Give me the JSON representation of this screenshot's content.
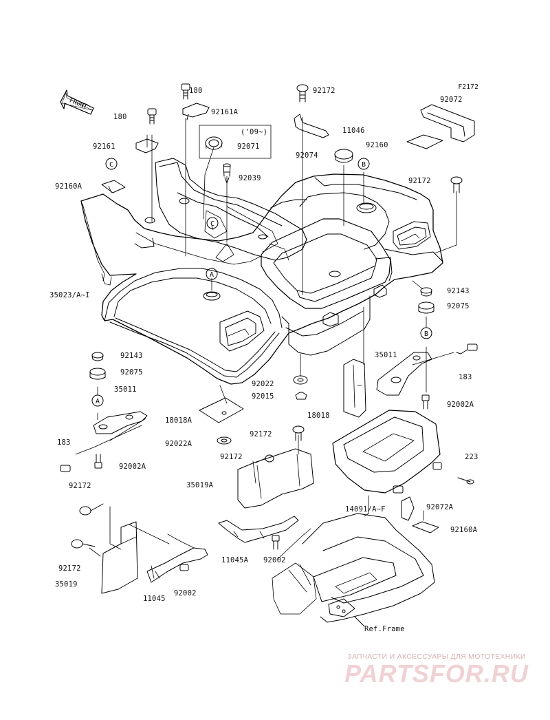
{
  "figure_id": "F2172",
  "front_label": "FRONT",
  "ref_markers": [
    "A",
    "B",
    "C"
  ],
  "callouts": {
    "p180_a": "180",
    "p180_b": "180",
    "p92172_top": "92172",
    "p92072": "92072",
    "p92161A": "92161A",
    "p11046": "11046",
    "p09": "('09~)",
    "p92161": "92161",
    "p92071": "92071",
    "p92074": "92074",
    "p92160_top": "92160",
    "p92160A_left": "92160A",
    "p92039": "92039",
    "p92172_right": "92172",
    "p35023": "35023/A~I",
    "p92143_right": "92143",
    "p92075_right": "92075",
    "p35011_right": "35011",
    "p183_right": "183",
    "p92143_left": "92143",
    "p92075_left": "92075",
    "p35011_left": "35011",
    "p92022": "92022",
    "p92015": "92015",
    "p18018": "18018",
    "p92002A_right": "92002A",
    "p18018A": "18018A",
    "p92172_mid": "92172",
    "p92022A": "92022A",
    "p183_left": "183",
    "p92002A_left": "92002A",
    "p92172_mid2": "92172",
    "p223": "223",
    "p35019A": "35019A",
    "p92172_left": "92172",
    "p14091": "14091/A~F",
    "p92072A": "92072A",
    "p92160A_right": "92160A",
    "p11045A": "11045A",
    "p92002_mid": "92002",
    "p92172_left2": "92172",
    "p35019": "35019",
    "p11045": "11045",
    "p92002_left": "92002",
    "ref_frame": "Ref.Frame"
  },
  "watermark": {
    "line1": "ЗАПЧАСТИ И АКСЕССУАРЫ ДЛЯ МОТОТЕХНИКИ",
    "line2": "PARTSFOR.RU"
  }
}
